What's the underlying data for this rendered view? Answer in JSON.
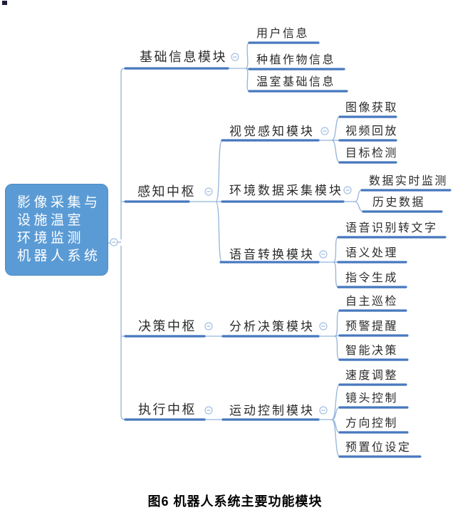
{
  "figure": {
    "caption": "图6 机器人系统主要功能模块"
  },
  "colors": {
    "background": "#ffffff",
    "root_fill": "#5b9bd5",
    "root_border": "#4a8bc6",
    "root_text": "#ffffff",
    "branch_line": "#4678be",
    "connector_line": "#94b3dc",
    "toggle_stroke": "#a4bfe2",
    "toggle_fill": "#ffffff",
    "label_text": "#2b2b2b",
    "caption_text": "#000000"
  },
  "mindmap": {
    "root": {
      "id": "root",
      "label": "影像采集与设施温室环境监测机器人系统",
      "lines": [
        "影像采集与",
        "设施温室",
        "环境监测",
        "机器人系统"
      ]
    },
    "collapse_icon": "minus-circle-icon",
    "nodes": [
      {
        "id": "jichu",
        "label": "基础信息模块",
        "parent": "root"
      },
      {
        "id": "yonghu",
        "label": "用户信息",
        "parent": "jichu"
      },
      {
        "id": "zhongzhi",
        "label": "种植作物信息",
        "parent": "jichu"
      },
      {
        "id": "wenshi",
        "label": "温室基础信息",
        "parent": "jichu"
      },
      {
        "id": "ganzhi",
        "label": "感知中枢",
        "parent": "root"
      },
      {
        "id": "shijue",
        "label": "视觉感知模块",
        "parent": "ganzhi"
      },
      {
        "id": "tuxiang",
        "label": "图像获取",
        "parent": "shijue"
      },
      {
        "id": "shipin",
        "label": "视频回放",
        "parent": "shijue"
      },
      {
        "id": "mubiao",
        "label": "目标检测",
        "parent": "shijue"
      },
      {
        "id": "huanjing",
        "label": "环境数据采集模块",
        "parent": "ganzhi"
      },
      {
        "id": "shishi",
        "label": "数据实时监测",
        "parent": "huanjing"
      },
      {
        "id": "lishi",
        "label": "历史数据",
        "parent": "huanjing"
      },
      {
        "id": "yuyin",
        "label": "语音转换模块",
        "parent": "ganzhi"
      },
      {
        "id": "shibie",
        "label": "语音识别转文字",
        "parent": "yuyin"
      },
      {
        "id": "yuyi",
        "label": "语义处理",
        "parent": "yuyin"
      },
      {
        "id": "zhiling",
        "label": "指令生成",
        "parent": "yuyin"
      },
      {
        "id": "juece",
        "label": "决策中枢",
        "parent": "root"
      },
      {
        "id": "fenxi",
        "label": "分析决策模块",
        "parent": "juece"
      },
      {
        "id": "zizhu",
        "label": "自主巡检",
        "parent": "fenxi"
      },
      {
        "id": "yujing",
        "label": "预警提醒",
        "parent": "fenxi"
      },
      {
        "id": "zhineng",
        "label": "智能决策",
        "parent": "fenxi"
      },
      {
        "id": "zhixing",
        "label": "执行中枢",
        "parent": "root"
      },
      {
        "id": "yundong",
        "label": "运动控制模块",
        "parent": "zhixing"
      },
      {
        "id": "sudu",
        "label": "速度调整",
        "parent": "yundong"
      },
      {
        "id": "jingtou",
        "label": "镜头控制",
        "parent": "yundong"
      },
      {
        "id": "fangxiang",
        "label": "方向控制",
        "parent": "yundong"
      },
      {
        "id": "yuzhi",
        "label": "预置位设定",
        "parent": "yundong"
      }
    ]
  }
}
